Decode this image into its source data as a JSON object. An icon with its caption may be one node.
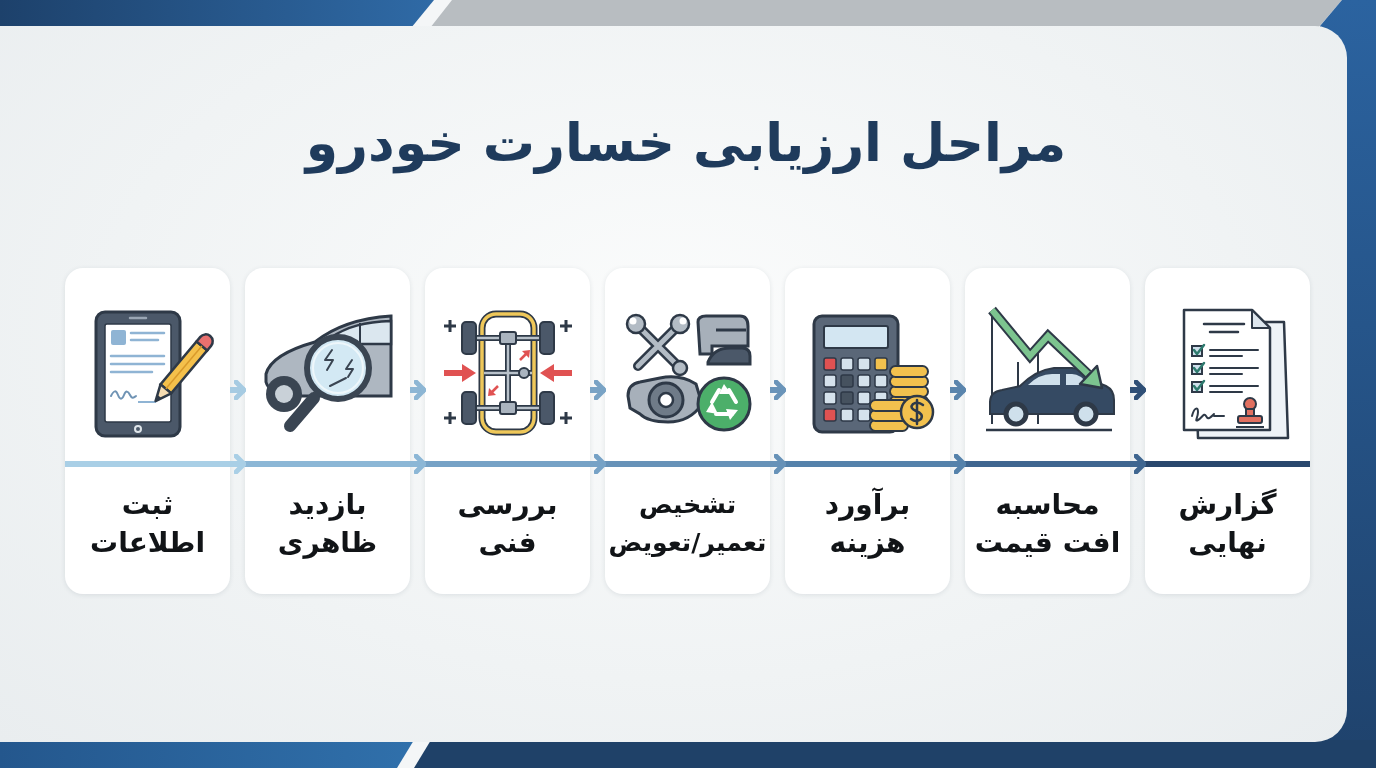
{
  "diagram": {
    "title": "مراحل ارزیابی خسارت خودرو",
    "nodes": [
      {
        "text": [
          "ثبت اطلاعات"
        ]
      },
      {
        "text": [
          "بازدید ظاهری"
        ]
      },
      {
        "text": [
          "بررسی فنی"
        ]
      },
      {
        "text": [
          "تشخیص تعمیر/تعویض"
        ]
      },
      {
        "text": [
          "برآورد هزینه"
        ]
      },
      {
        "text": [
          "محاسبه افت قیمت"
        ]
      },
      {
        "text": [
          "گزارش نهایی"
        ]
      }
    ],
    "edges": [
      {
        "from": 0,
        "to": 1,
        "arrow": "to",
        "color": "#a6cbe2"
      },
      {
        "from": 1,
        "to": 2,
        "arrow": "to",
        "color": "#8db6d4"
      },
      {
        "from": 2,
        "to": 3,
        "arrow": "to",
        "color": "#79a3c5"
      },
      {
        "from": 3,
        "to": 4,
        "arrow": "to",
        "color": "#6a94b9"
      },
      {
        "from": 4,
        "to": 5,
        "arrow": "to",
        "color": "#5a85ad"
      },
      {
        "from": 5,
        "to": 6,
        "arrow": "to",
        "color": "#2f4f76"
      },
      {
        "from": 0,
        "to": 1,
        "arrow": "to",
        "color": "#a9cfe6"
      },
      {
        "from": 1,
        "to": 2,
        "arrow": "to",
        "color": "#8cb7d6"
      },
      {
        "from": 2,
        "to": 3,
        "arrow": "to",
        "color": "#76a2c6"
      },
      {
        "from": 3,
        "to": 4,
        "arrow": "to",
        "color": "#6792b8"
      },
      {
        "from": 4,
        "to": 5,
        "arrow": "to",
        "color": "#5582ab"
      },
      {
        "from": 5,
        "to": 6,
        "arrow": "to",
        "color": "#3f6690"
      }
    ]
  }
}
